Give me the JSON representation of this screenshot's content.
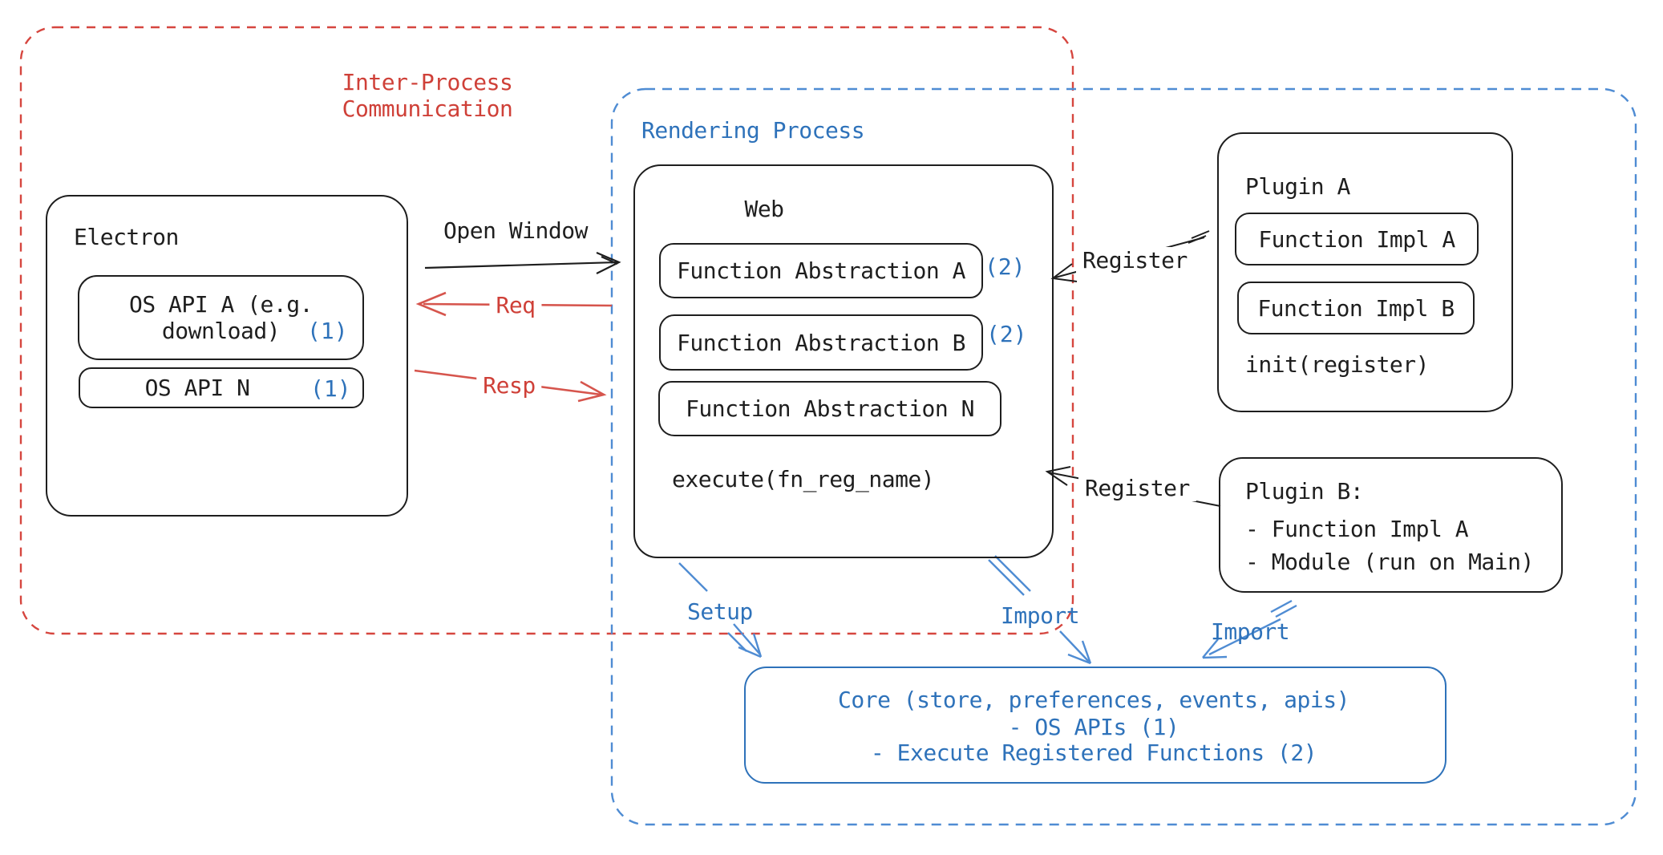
{
  "colors": {
    "ink": "#1e1e1e",
    "red_stroke": "#d6463f",
    "red_text": "#cf4038",
    "blue_text": "#2e72ba",
    "blue_line": "#4f8cd3"
  },
  "ipc": {
    "title_line1": "Inter-Process",
    "title_line2": "Communication"
  },
  "rendering": {
    "title": "Rendering Process"
  },
  "electron": {
    "title": "Electron",
    "api_a": {
      "line1": "OS API A (e.g.",
      "line2": "download)",
      "badge": "(1)"
    },
    "api_n": {
      "label": "OS API N",
      "badge": "(1)"
    }
  },
  "web": {
    "title": "Web",
    "abstractions": [
      {
        "label": "Function Abstraction A",
        "badge": "(2)"
      },
      {
        "label": "Function Abstraction B",
        "badge": "(2)"
      },
      {
        "label": "Function Abstraction N",
        "badge": ""
      }
    ],
    "execute": "execute(fn_reg_name)"
  },
  "plugin_a": {
    "title": "Plugin A",
    "impls": [
      "Function Impl A",
      "Function Impl B"
    ],
    "init": "init(register)"
  },
  "plugin_b": {
    "title": "Plugin B:",
    "items": [
      "- Function Impl A",
      "- Module (run on Main)"
    ]
  },
  "core": {
    "line1": "Core (store, preferences, events, apis)",
    "line2": "- OS APIs (1)",
    "line3": "- Execute Registered Functions (2)"
  },
  "arrows": {
    "open_window": "Open Window",
    "req": "Req",
    "resp": "Resp",
    "register_a": "Register",
    "register_b": "Register",
    "setup": "Setup",
    "import_web": "Import",
    "import_plugin": "Import"
  }
}
